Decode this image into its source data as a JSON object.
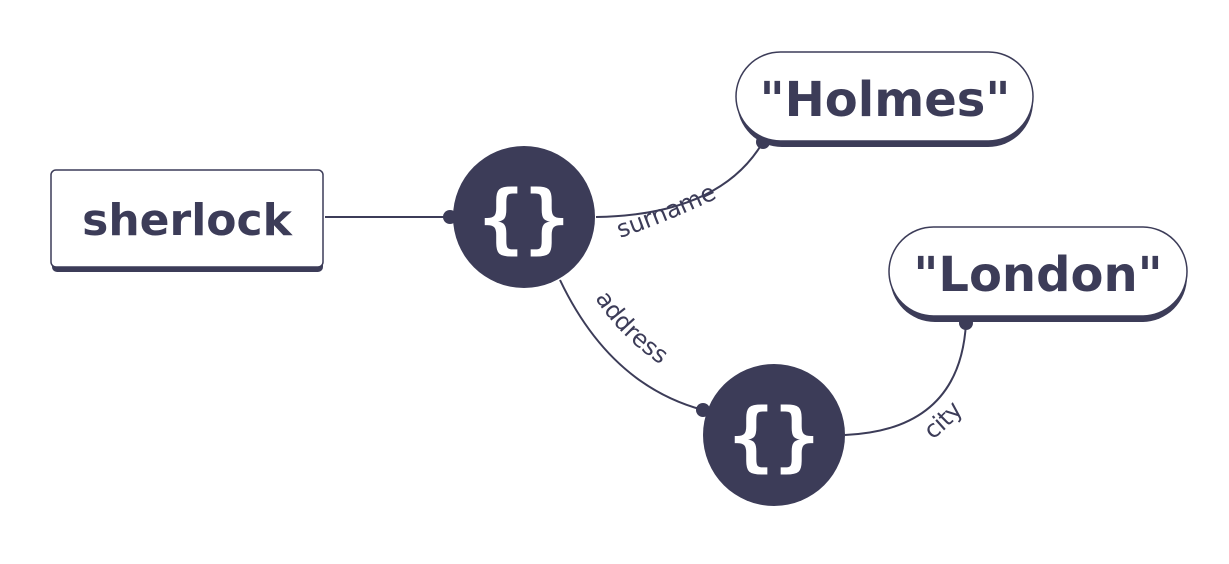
{
  "colors": {
    "ink": "#3c3c58",
    "background": "#ffffff"
  },
  "nodes": {
    "root": {
      "label": "sherlock"
    },
    "object_1": {
      "icon": "curly-braces-icon",
      "glyph": "{}"
    },
    "object_2": {
      "icon": "curly-braces-icon",
      "glyph": "{}"
    },
    "surname_value": {
      "label": "\"Holmes\""
    },
    "city_value": {
      "label": "\"London\""
    }
  },
  "edges": {
    "surname": {
      "label": "surname"
    },
    "address": {
      "label": "address"
    },
    "city": {
      "label": "city"
    }
  }
}
